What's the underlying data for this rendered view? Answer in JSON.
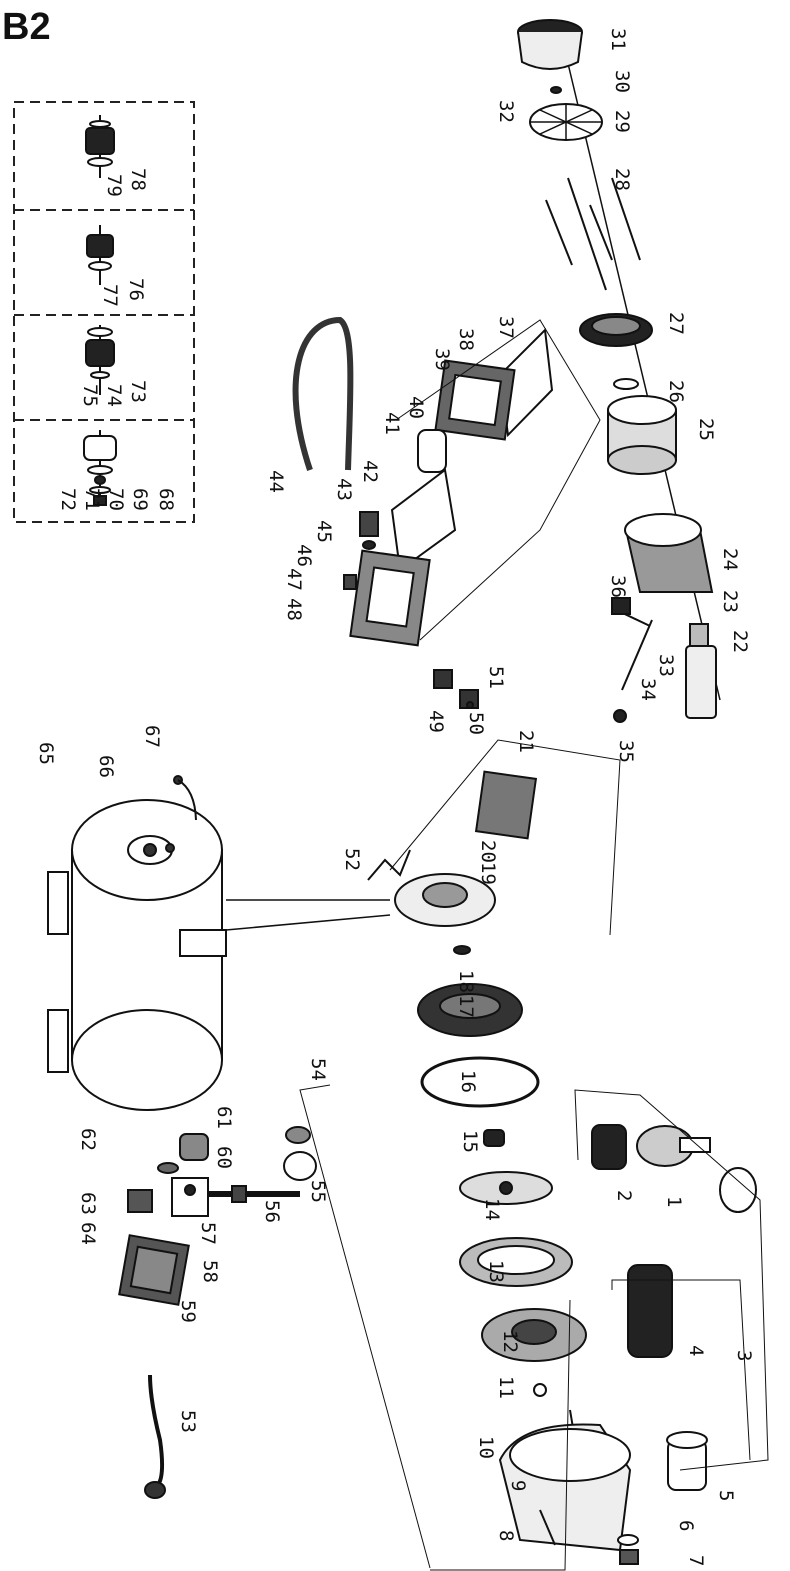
{
  "title": "B2",
  "labels": {
    "p1": "1",
    "p2": "2",
    "p3": "3",
    "p4": "4",
    "p5": "5",
    "p6": "6",
    "p7": "7",
    "p8": "8",
    "p9": "9",
    "p10": "10",
    "p11": "11",
    "p12": "12",
    "p13": "13",
    "p14": "14",
    "p15": "15",
    "p16": "16",
    "p17": "17",
    "p18": "18",
    "p19": "19",
    "p20": "20",
    "p21": "21",
    "p22": "22",
    "p23": "23",
    "p24": "24",
    "p25": "25",
    "p26": "26",
    "p27": "27",
    "p28": "28",
    "p29": "29",
    "p30": "30",
    "p31": "31",
    "p32": "32",
    "p33": "33",
    "p34": "34",
    "p35": "35",
    "p36": "36",
    "p37": "37",
    "p38": "38",
    "p39": "39",
    "p40": "40",
    "p41": "41",
    "p42": "42",
    "p43": "43",
    "p44": "44",
    "p45": "45",
    "p46": "46",
    "p47": "47",
    "p48": "48",
    "p49": "49",
    "p50": "50",
    "p51": "51",
    "p52": "52",
    "p53": "53",
    "p54": "54",
    "p55": "55",
    "p56": "56",
    "p57": "57",
    "p58": "58",
    "p59": "59",
    "p60": "60",
    "p61": "61",
    "p62": "62",
    "p63": "63",
    "p64": "64",
    "p65": "65",
    "p66": "66",
    "p67": "67",
    "p68": "68",
    "p69": "69",
    "p70": "70",
    "p71": "71",
    "p72": "72",
    "p73": "73",
    "p74": "74",
    "p75": "75",
    "p76": "76",
    "p77": "77",
    "p78": "78",
    "p79": "79"
  }
}
